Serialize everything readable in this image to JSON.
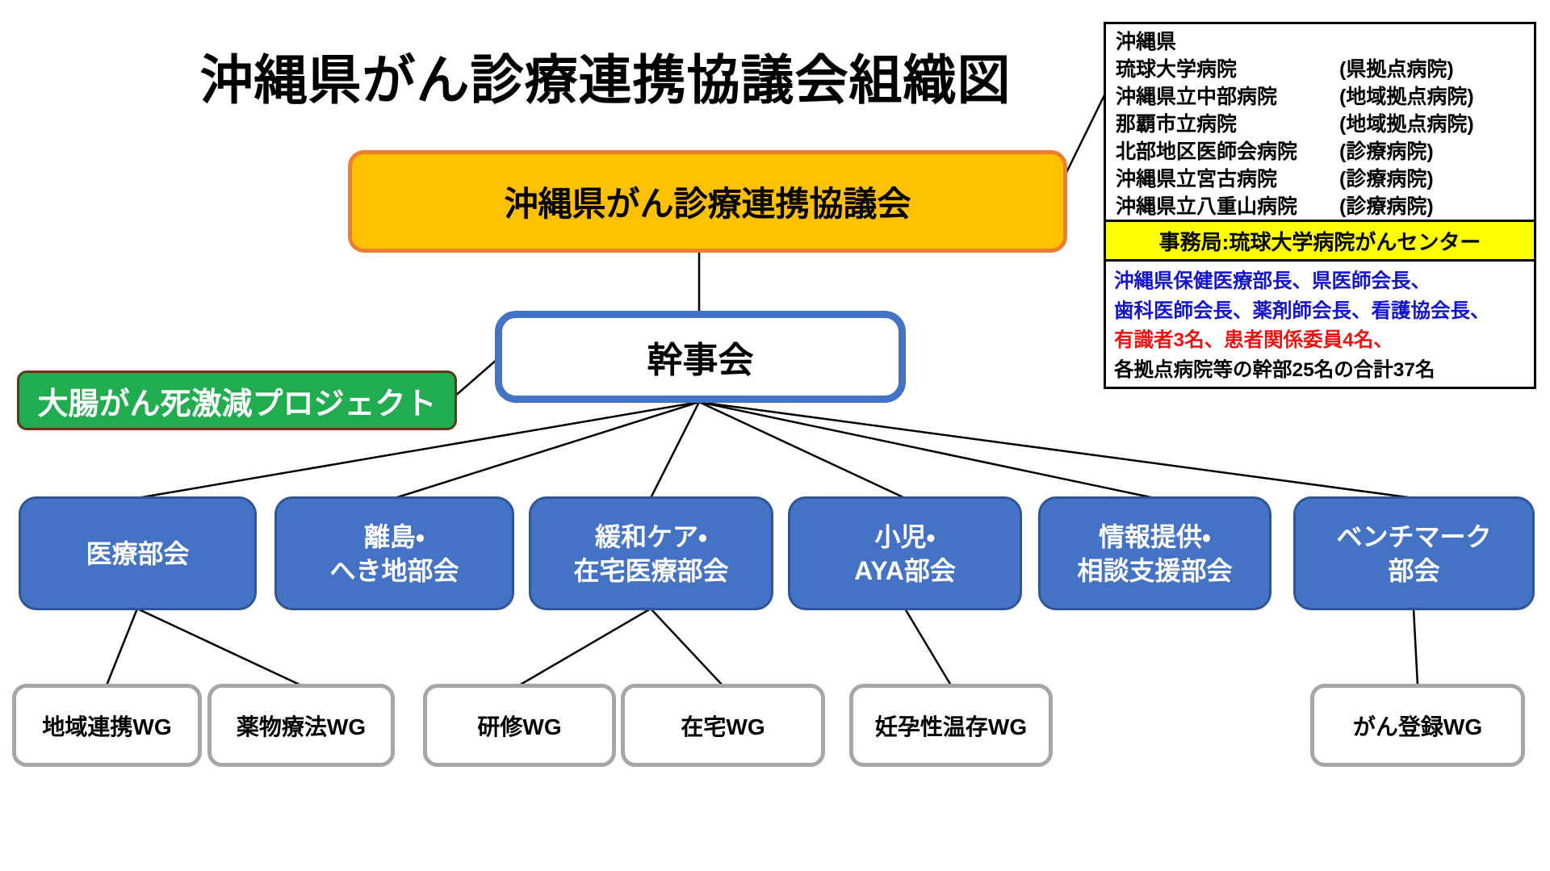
{
  "title": "沖縄県がん診療連携協議会組織図",
  "council": {
    "label": "沖縄県がん診療連携協議会"
  },
  "steering": {
    "label": "幹事会"
  },
  "project": {
    "label": "大腸がん死激減プロジェクト"
  },
  "hospitals": {
    "rows": [
      {
        "name": "沖縄県",
        "role": ""
      },
      {
        "name": "琉球大学病院",
        "role": "(県拠点病院)"
      },
      {
        "name": "沖縄県立中部病院",
        "role": "(地域拠点病院)"
      },
      {
        "name": "那覇市立病院",
        "role": "(地域拠点病院)"
      },
      {
        "name": "北部地区医師会病院",
        "role": "(診療病院)"
      },
      {
        "name": "沖縄県立宮古病院",
        "role": "(診療病院)"
      },
      {
        "name": "沖縄県立八重山病院",
        "role": "(診療病院)"
      }
    ]
  },
  "secretariat": {
    "label": "事務局:琉球大学病院がんセンター"
  },
  "members": {
    "line1": "沖縄県保健医療部長、県医師会長、",
    "line2": "歯科医師会長、薬剤師会長、看護協会長、",
    "line3": "有識者3名、患者関係委員4名、",
    "line4": "各拠点病院等の幹部25名の合計37名"
  },
  "subcommittees": [
    {
      "line1": "医療部会",
      "line2": ""
    },
    {
      "line1": "離島・",
      "line2": "へき地部会"
    },
    {
      "line1": "緩和ケア・",
      "line2": "在宅医療部会"
    },
    {
      "line1": "小児・",
      "line2": "AYA部会"
    },
    {
      "line1": "情報提供・",
      "line2": "相談支援部会"
    },
    {
      "line1": "ベンチマーク",
      "line2": "部会"
    }
  ],
  "working_groups": [
    {
      "label": "地域連携WG"
    },
    {
      "label": "薬物療法WG"
    },
    {
      "label": "研修WG"
    },
    {
      "label": "在宅WG"
    },
    {
      "label": "妊孕性温存WG"
    },
    {
      "label": "がん登録WG"
    }
  ],
  "colors": {
    "council_fill": "#FFC000",
    "council_border": "#ED7D31",
    "subcommittee_fill": "#4472C4",
    "subcommittee_border": "#2F5597",
    "steering_border": "#4472C4",
    "project_fill": "#21AC4F",
    "project_border": "#5E3A18",
    "secretariat_fill": "#FFFF00",
    "wg_border": "#A6A6A6",
    "member_text_blue": "#1414CC",
    "member_text_red": "#EE1111",
    "connector": "#000000"
  }
}
